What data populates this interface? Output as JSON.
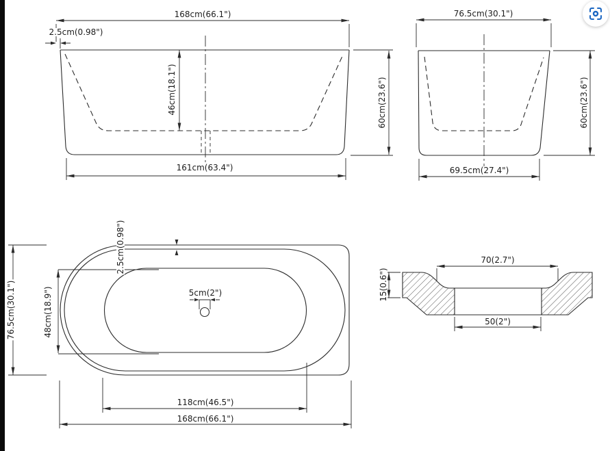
{
  "drawing": {
    "line_color": "#2b2b2b",
    "background_color": "#ffffff",
    "accent_color": "#1a66c2",
    "front_view": {
      "overall_width": "168cm(66.1\")",
      "rim_thickness": "2.5cm(0.98\")",
      "inner_depth": "46cm(18.1\")",
      "height": "60cm(23.6\")",
      "base_width": "161cm(63.4\")"
    },
    "side_view": {
      "top_width": "76.5cm(30.1\")",
      "height": "60cm(23.6\")",
      "base_width": "69.5cm(27.4\")"
    },
    "plan_view": {
      "overall_width": "76.5cm(30.1\")",
      "inner_width": "48cm(18.9\")",
      "rim_thickness": "2.5cm(0.98\")",
      "drain_diameter": "5cm(2\")",
      "inner_length": "118cm(46.5\")",
      "overall_length": "168cm(66.1\")"
    },
    "drain_detail": {
      "recess_width": "70(2.7\")",
      "flange_height": "15(0.6\")",
      "hole_width": "50(2\")"
    }
  }
}
